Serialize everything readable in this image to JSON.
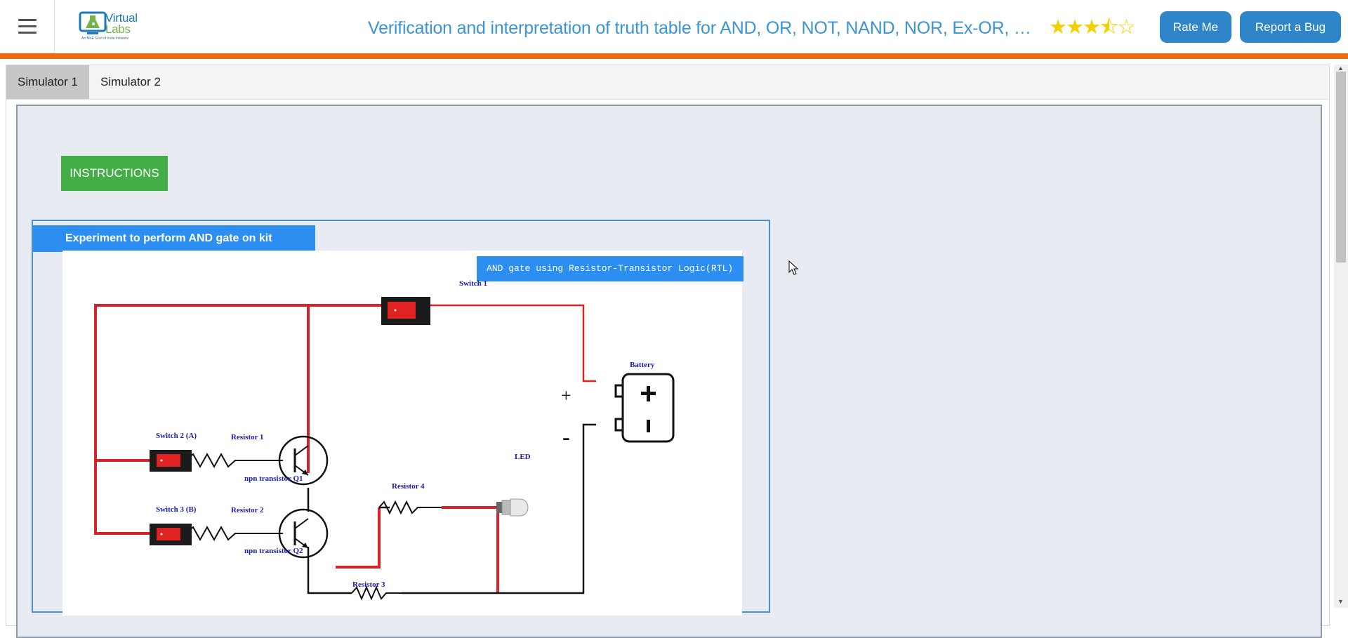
{
  "header": {
    "logo_primary": "Virtual",
    "logo_secondary": "Labs",
    "logo_tagline": "An MoE Govt of India Initiative",
    "title": "Verification and interpretation of truth table for AND, OR, NOT, NAND, NOR, Ex-OR, Ex-NOR gates",
    "rating_stars": "★★★⯪☆",
    "rate_button": "Rate Me",
    "bug_button": "Report a Bug"
  },
  "tabs": [
    {
      "label": "Simulator 1",
      "active": true
    },
    {
      "label": "Simulator 2",
      "active": false
    }
  ],
  "simulator": {
    "instructions_button": "INSTRUCTIONS",
    "experiment_title": "Experiment to perform AND gate on kit",
    "circuit_title": "AND gate using Resistor-Transistor Logic(RTL)",
    "labels": {
      "switch1": "Switch 1",
      "switch2": "Switch 2 (A)",
      "switch3": "Switch 3 (B)",
      "resistor1": "Resistor 1",
      "resistor2": "Resistor 2",
      "resistor3": "Resistor 3",
      "resistor4": "Resistor 4",
      "q1": "npn transistor Q1",
      "q2": "npn transistor Q2",
      "led": "LED",
      "battery": "Battery",
      "plus": "+",
      "minus": "-"
    }
  },
  "colors": {
    "accent_blue": "#2e86c9",
    "orange_bar": "#ed6b10",
    "instructions_green": "#43ad47",
    "wire_red": "#d8232a",
    "label_blue": "#1a1ab5"
  }
}
